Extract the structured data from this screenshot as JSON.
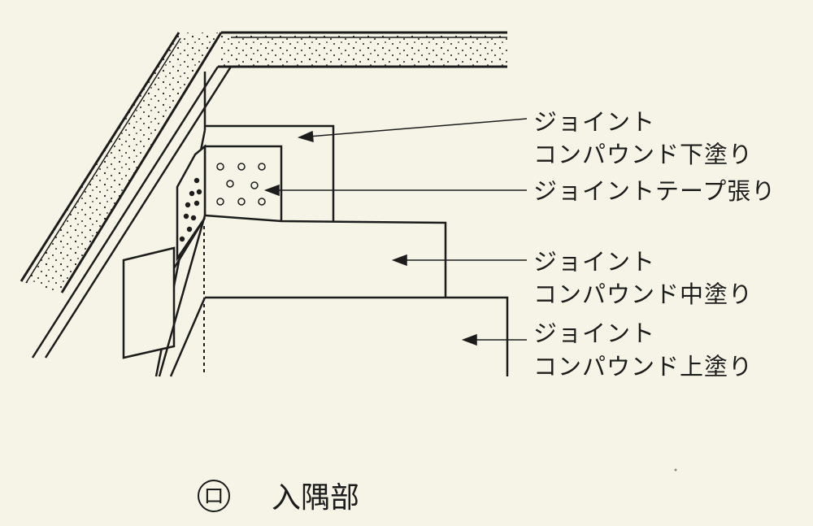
{
  "labels": {
    "under_coat": {
      "line1": "ジョイント",
      "line2": "コンパウンド下塗り"
    },
    "tape": {
      "line1": "ジョイントテープ張り"
    },
    "middle_coat": {
      "line1": "ジョイント",
      "line2": "コンパウンド中塗り"
    },
    "top_coat": {
      "line1": "ジョイント",
      "line2": "コンパウンド上塗り"
    }
  },
  "caption": {
    "mark": "ロ",
    "title": "入隅部"
  },
  "colors": {
    "ink": "#1c1c1c",
    "paper": "#f6f4e6"
  }
}
